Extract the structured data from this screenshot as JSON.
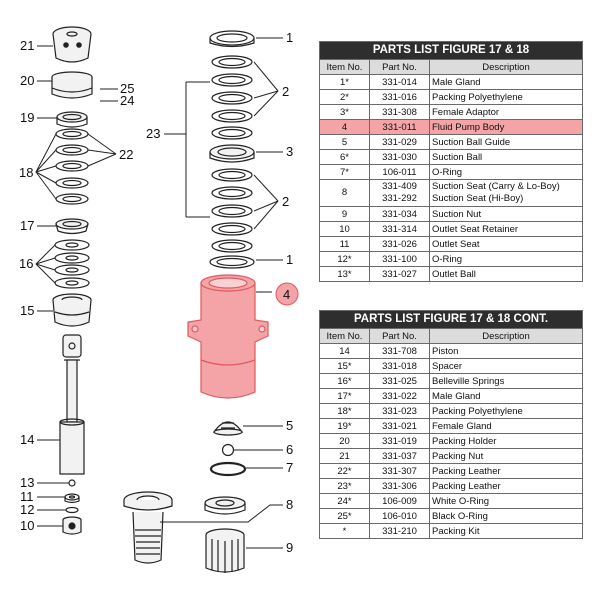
{
  "table1": {
    "title": "PARTS LIST FIGURE 17 & 18",
    "headers": [
      "Item No.",
      "Part No.",
      "Description"
    ],
    "rows": [
      {
        "item": "1*",
        "part": "331-014",
        "desc": "Male Gland"
      },
      {
        "item": "2*",
        "part": "331-016",
        "desc": "Packing Polyethylene"
      },
      {
        "item": "3*",
        "part": "331-308",
        "desc": "Female Adaptor"
      },
      {
        "item": "4",
        "part": "331-011",
        "desc": "Fluid Pump Body",
        "highlight": true
      },
      {
        "item": "5",
        "part": "331-029",
        "desc": "Suction Ball Guide"
      },
      {
        "item": "6*",
        "part": "331-030",
        "desc": "Suction Ball"
      },
      {
        "item": "7*",
        "part": "106-011",
        "desc": "O-Ring"
      },
      {
        "item": "8",
        "part": "331-409",
        "part2": "331-292",
        "desc": "Suction Seat (Carry & Lo-Boy)",
        "desc2": "Suction Seat (Hi-Boy)"
      },
      {
        "item": "9",
        "part": "331-034",
        "desc": "Suction Nut"
      },
      {
        "item": "10",
        "part": "331-314",
        "desc": "Outlet Seat Retainer"
      },
      {
        "item": "11",
        "part": "331-026",
        "desc": "Outlet Seat"
      },
      {
        "item": "12*",
        "part": "331-100",
        "desc": "O-Ring"
      },
      {
        "item": "13*",
        "part": "331-027",
        "desc": "Outlet Ball"
      }
    ]
  },
  "table2": {
    "title": "PARTS LIST FIGURE 17 & 18 CONT.",
    "headers": [
      "Item No.",
      "Part No.",
      "Description"
    ],
    "rows": [
      {
        "item": "14",
        "part": "331-708",
        "desc": "Piston"
      },
      {
        "item": "15*",
        "part": "331-018",
        "desc": "Spacer"
      },
      {
        "item": "16*",
        "part": "331-025",
        "desc": "Belleville Springs"
      },
      {
        "item": "17*",
        "part": "331-022",
        "desc": "Male Gland"
      },
      {
        "item": "18*",
        "part": "331-023",
        "desc": "Packing Polyethylene"
      },
      {
        "item": "19*",
        "part": "331-021",
        "desc": "Female Gland"
      },
      {
        "item": "20",
        "part": "331-019",
        "desc": "Packing Holder"
      },
      {
        "item": "21",
        "part": "331-037",
        "desc": "Packing Nut"
      },
      {
        "item": "22*",
        "part": "331-307",
        "desc": "Packing Leather"
      },
      {
        "item": "23*",
        "part": "331-306",
        "desc": "Packing Leather"
      },
      {
        "item": "24*",
        "part": "106-009",
        "desc": "White O-Ring"
      },
      {
        "item": "25*",
        "part": "106-010",
        "desc": "Black O-Ring"
      },
      {
        "item": "*",
        "part": "331-210",
        "desc": "Packing Kit"
      }
    ]
  },
  "diagram": {
    "callouts": {
      "c21": "21",
      "c20": "20",
      "c25": "25",
      "c24": "24",
      "c19": "19",
      "c18": "18",
      "c22": "22",
      "c17": "17",
      "c16": "16",
      "c15": "15",
      "c14": "14",
      "c13": "13",
      "c11": "11",
      "c12": "12",
      "c10": "10",
      "c23": "23",
      "c1a": "1",
      "c2a": "2",
      "c3": "3",
      "c2b": "2",
      "c1b": "1",
      "c4": "4",
      "c5": "5",
      "c6": "6",
      "c7": "7",
      "c8": "8",
      "c9": "9"
    },
    "colors": {
      "highlight": "#f4a3a6",
      "highlight_stroke": "#e0585f",
      "line": "#222222",
      "part_fill": "#f2f2f2"
    }
  }
}
